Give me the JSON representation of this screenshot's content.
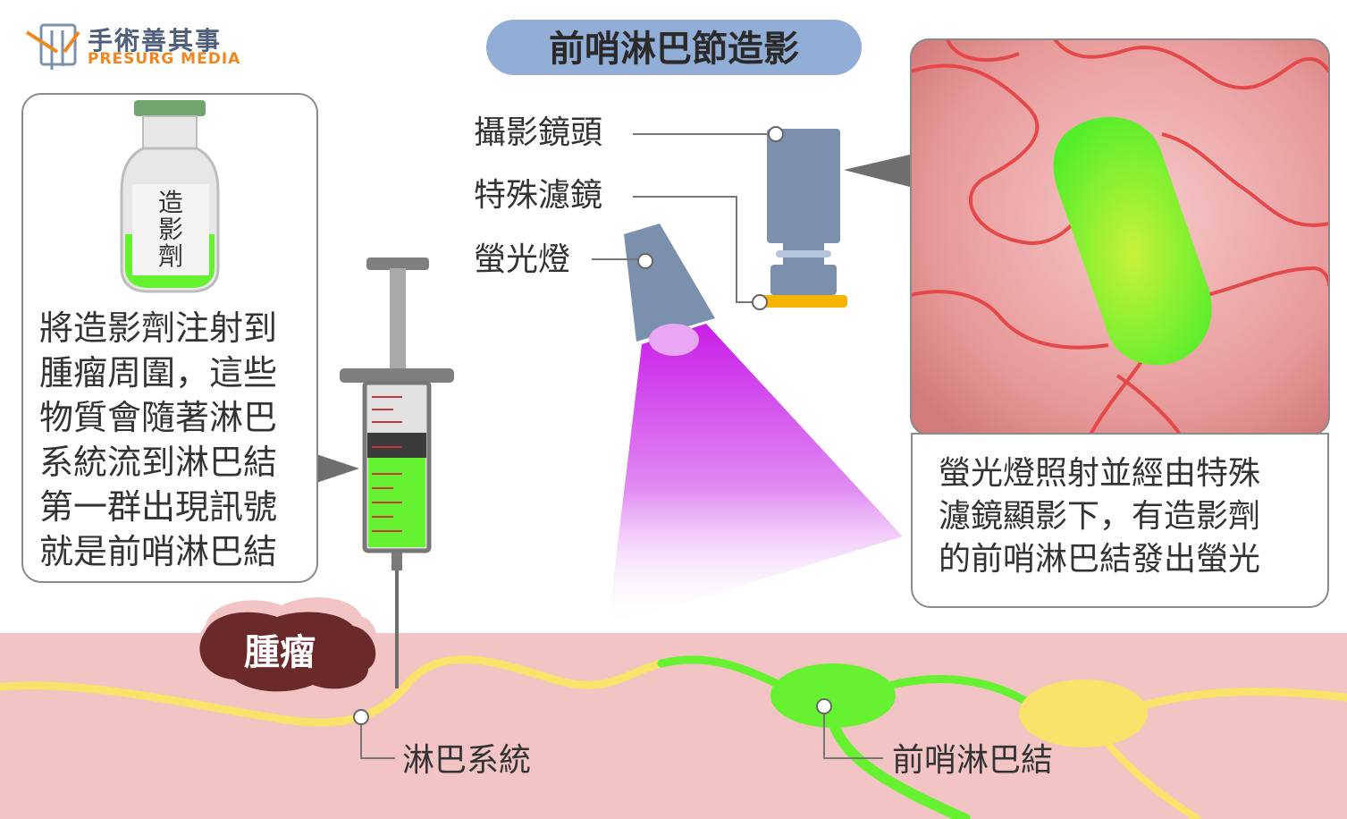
{
  "title": "前哨淋巴節造影",
  "brand": {
    "name_zh": "手術善其事",
    "name_en": "PRESURG MEDIA"
  },
  "vial": {
    "label": [
      "造",
      "影",
      "劑"
    ]
  },
  "left_description": "將造影劑注射到\n腫瘤周圍，這些\n物質會隨著淋巴\n系統流到淋巴結\n第一群出現訊號\n就是前哨淋巴結",
  "right_description": "螢光燈照射並經由特殊\n濾鏡顯影下，有造影劑\n的前哨淋巴結發出螢光",
  "device_labels": {
    "camera_lens": "攝影鏡頭",
    "special_filter": "特殊濾鏡",
    "fluorescent_lamp": "螢光燈"
  },
  "tissue_labels": {
    "tumor": "腫瘤",
    "lymphatic_system": "淋巴系統",
    "sentinel_node": "前哨淋巴結"
  },
  "colors": {
    "tissue": "#f2c4c4",
    "tumor": "#6b2a2a",
    "lymph_yellow": "#f9e36b",
    "lymph_green": "#66f230",
    "uv_purple": "#cc22ee",
    "device_gray": "#7b90ad",
    "filter_orange": "#f7b500",
    "title_pill": "#93aed6"
  }
}
